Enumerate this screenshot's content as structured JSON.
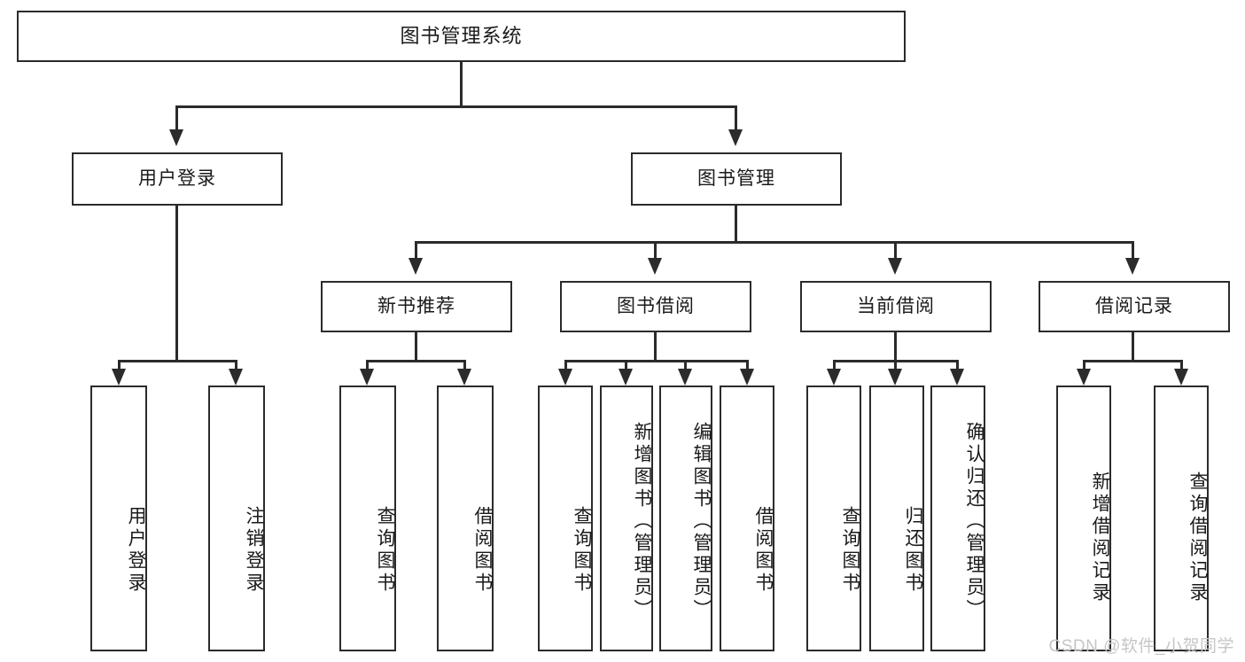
{
  "diagram": {
    "title": "图书管理系统",
    "type": "tree-hierarchy-chart",
    "watermark": "CSDN @软件_小贺同学",
    "colors": {
      "stroke": "#2b2b2b",
      "fill": "#ffffff",
      "text": "#1a1a1a",
      "watermark": "#c6c6c6"
    },
    "levels": {
      "level1": [
        {
          "id": "root",
          "label": "图书管理系统"
        }
      ],
      "level2": [
        {
          "id": "user-login",
          "label": "用户登录"
        },
        {
          "id": "book-manage",
          "label": "图书管理"
        }
      ],
      "level3": [
        {
          "id": "new-book-rec",
          "label": "新书推荐",
          "parent": "book-manage"
        },
        {
          "id": "book-borrow",
          "label": "图书借阅",
          "parent": "book-manage"
        },
        {
          "id": "current-borrow",
          "label": "当前借阅",
          "parent": "book-manage"
        },
        {
          "id": "borrow-record",
          "label": "借阅记录",
          "parent": "book-manage"
        }
      ],
      "level4": [
        {
          "id": "leaf-user-login",
          "label": "用户登录",
          "parent": "user-login"
        },
        {
          "id": "leaf-user-logout",
          "label": "注销登录",
          "parent": "user-login"
        },
        {
          "id": "leaf-query-book-1",
          "label": "查询图书",
          "parent": "new-book-rec"
        },
        {
          "id": "leaf-borrow-book-1",
          "label": "借阅图书",
          "parent": "new-book-rec"
        },
        {
          "id": "leaf-query-book-2",
          "label": "查询图书",
          "parent": "book-borrow"
        },
        {
          "id": "leaf-add-book",
          "label": "新增图书（管理员）",
          "parent": "book-borrow"
        },
        {
          "id": "leaf-edit-book",
          "label": "编辑图书（管理员）",
          "parent": "book-borrow"
        },
        {
          "id": "leaf-borrow-book-2",
          "label": "借阅图书",
          "parent": "book-borrow"
        },
        {
          "id": "leaf-query-book-3",
          "label": "查询图书",
          "parent": "current-borrow"
        },
        {
          "id": "leaf-return-book",
          "label": "归还图书",
          "parent": "current-borrow"
        },
        {
          "id": "leaf-confirm-return",
          "label": "确认归还（管理员）",
          "parent": "current-borrow"
        },
        {
          "id": "leaf-add-record",
          "label": "新增借阅记录",
          "parent": "borrow-record"
        },
        {
          "id": "leaf-query-record",
          "label": "查询借阅记录",
          "parent": "borrow-record"
        }
      ]
    }
  }
}
